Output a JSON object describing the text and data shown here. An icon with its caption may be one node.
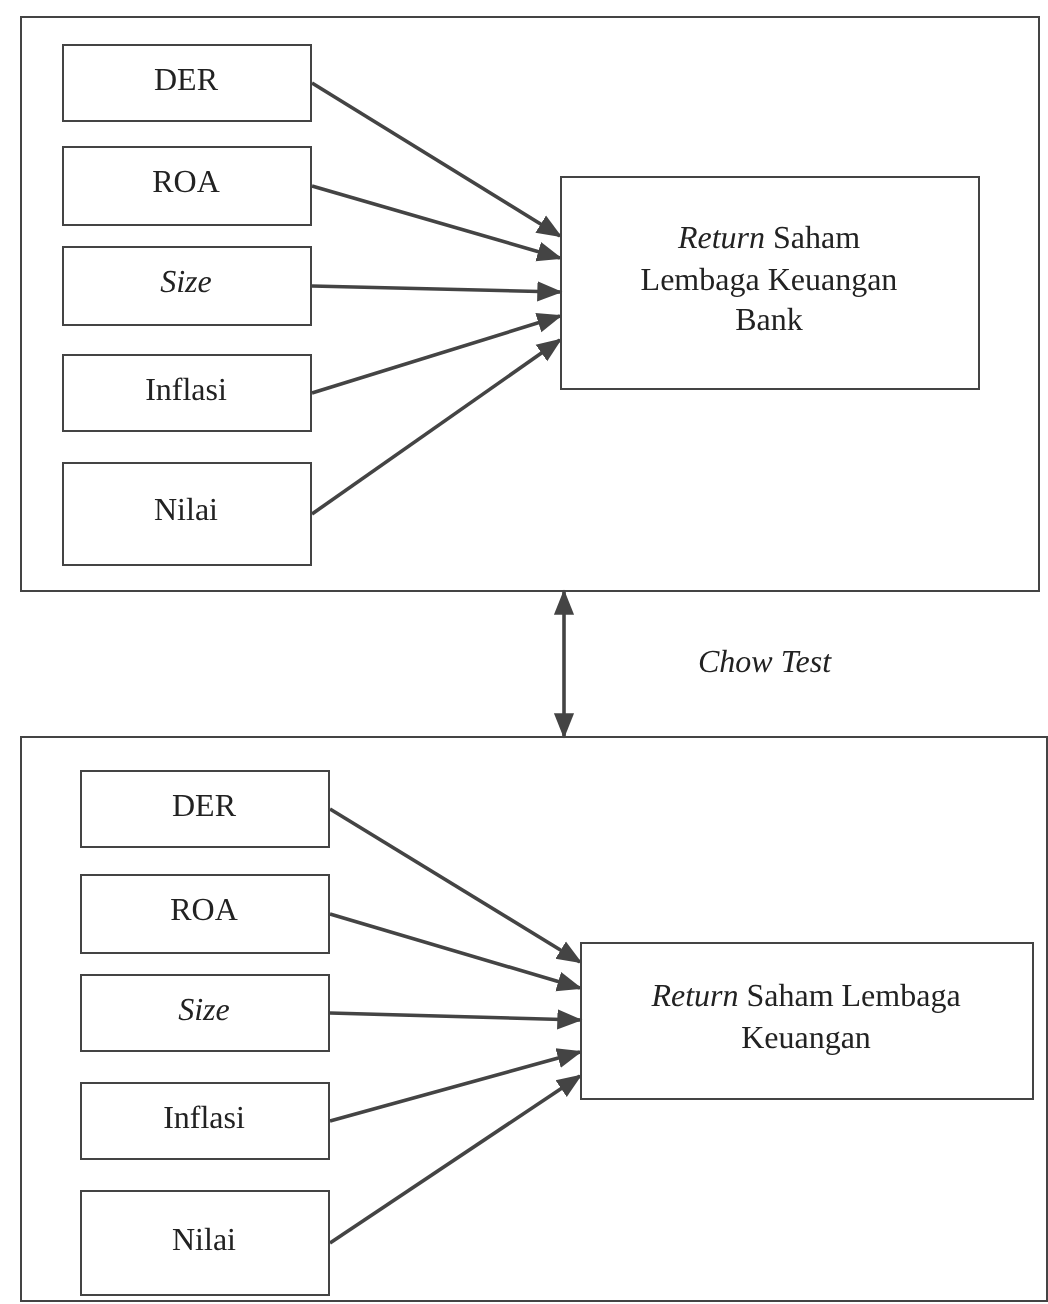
{
  "diagram": {
    "nodes": [
      {
        "text": [],
        "shape": "box"
      },
      {
        "text": [
          "DER"
        ],
        "in": 0
      },
      {
        "text": [
          "ROA"
        ],
        "in": 0
      },
      {
        "text": [
          "Size"
        ],
        "in": 0
      },
      {
        "text": [
          "Inflasi"
        ],
        "in": 0
      },
      {
        "text": [
          "Nilai"
        ],
        "in": 0
      },
      {
        "text": [
          "*Return* Saham Lembaga Keuangan Bank"
        ],
        "in": 0
      },
      {
        "text": [],
        "shape": "box"
      },
      {
        "text": [
          "DER"
        ],
        "in": 7
      },
      {
        "text": [
          "ROA"
        ],
        "in": 7
      },
      {
        "text": [
          "Size"
        ],
        "in": 7
      },
      {
        "text": [
          "Inflasi"
        ],
        "in": 7
      },
      {
        "text": [
          "Nilai"
        ],
        "in": 7
      },
      {
        "text": [
          "*Return* Saham Lembaga Keuangan"
        ],
        "in": 7
      }
    ],
    "edges": [
      {
        "from": 1,
        "to": 6,
        "arrow": "to"
      },
      {
        "from": 2,
        "to": 6,
        "arrow": "to"
      },
      {
        "from": 3,
        "to": 6,
        "arrow": "to"
      },
      {
        "from": 4,
        "to": 6,
        "arrow": "to"
      },
      {
        "from": 5,
        "to": 6,
        "arrow": "to"
      },
      {
        "from": 8,
        "to": 13,
        "arrow": "to"
      },
      {
        "from": 9,
        "to": 13,
        "arrow": "to"
      },
      {
        "from": 10,
        "to": 13,
        "arrow": "to"
      },
      {
        "from": 11,
        "to": 13,
        "arrow": "to"
      },
      {
        "from": 12,
        "to": 13,
        "arrow": "to"
      },
      {
        "from": 0,
        "to": 7,
        "arrow": "both",
        "label": "Chow Test"
      }
    ]
  }
}
